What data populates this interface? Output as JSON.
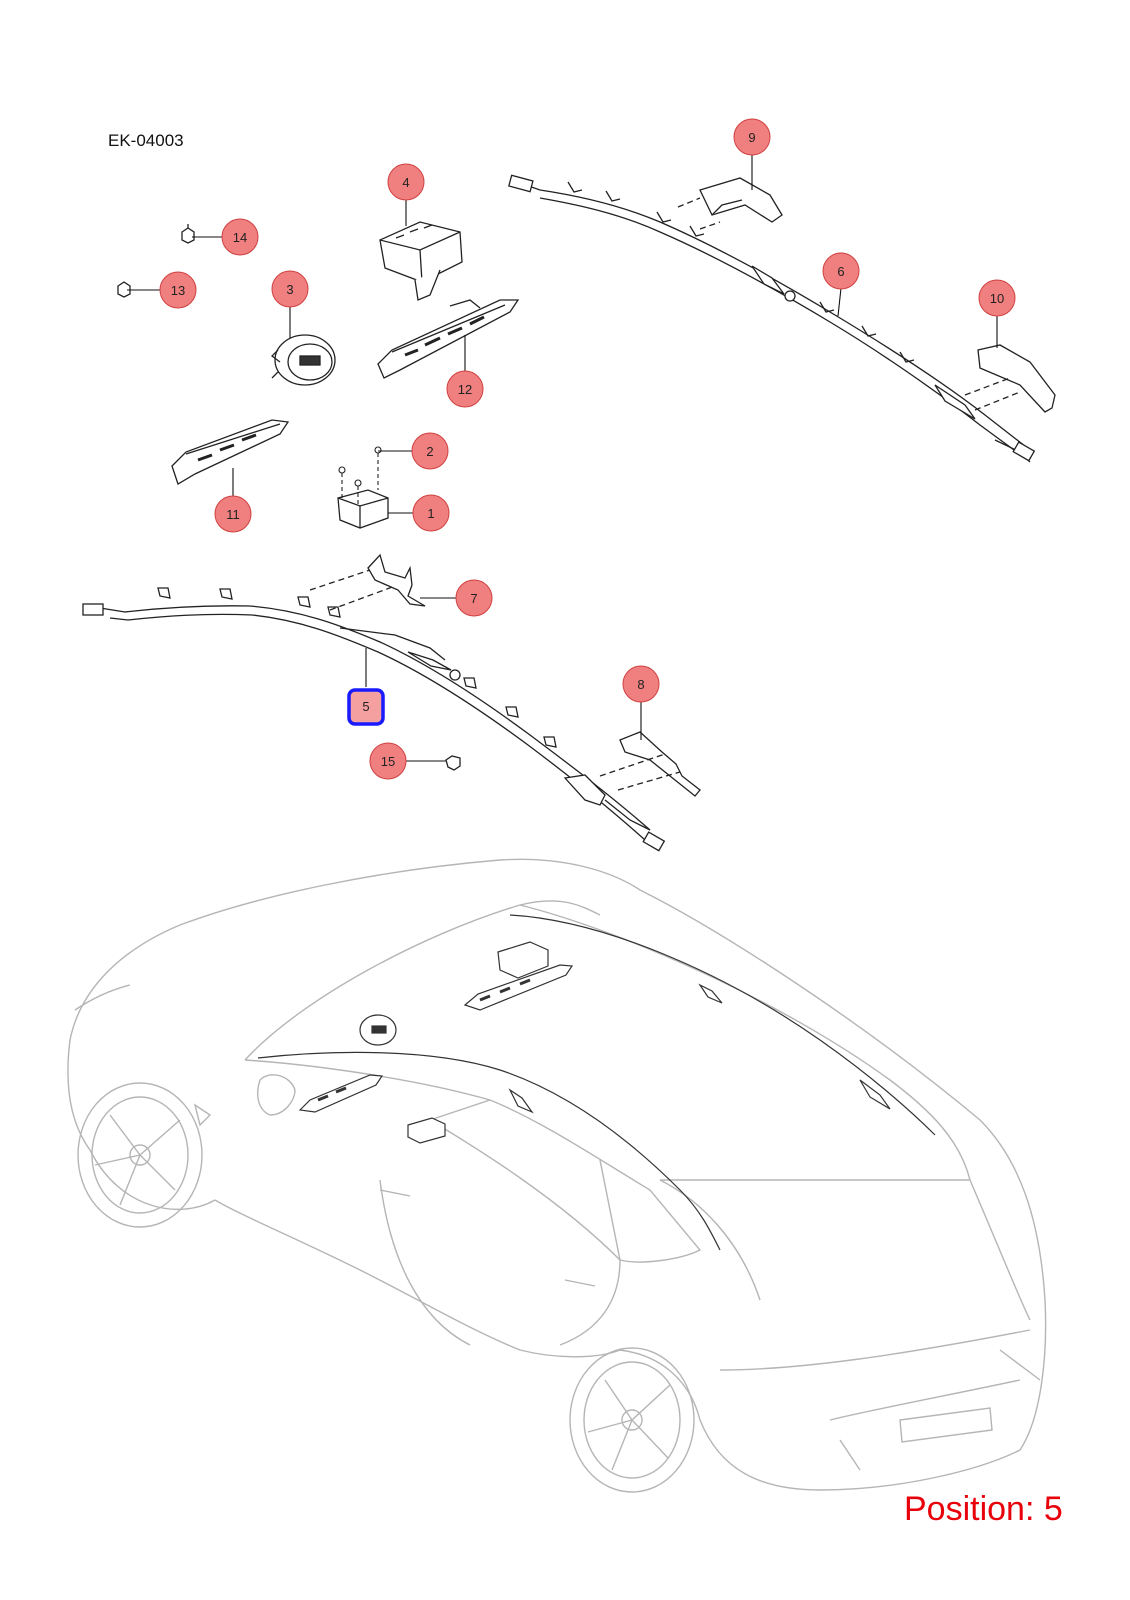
{
  "diagram": {
    "code": "EK-04003",
    "position_label": "Position: 5",
    "highlight_color": "#1a1aff",
    "callout_color": "#f08080",
    "callout_stroke": "#d04040"
  },
  "callouts": [
    {
      "id": "1",
      "label": "1",
      "highlighted": false
    },
    {
      "id": "2",
      "label": "2",
      "highlighted": false
    },
    {
      "id": "3",
      "label": "3",
      "highlighted": false
    },
    {
      "id": "4",
      "label": "4",
      "highlighted": false
    },
    {
      "id": "5",
      "label": "5",
      "highlighted": true
    },
    {
      "id": "6",
      "label": "6",
      "highlighted": false
    },
    {
      "id": "7",
      "label": "7",
      "highlighted": false
    },
    {
      "id": "8",
      "label": "8",
      "highlighted": false
    },
    {
      "id": "9",
      "label": "9",
      "highlighted": false
    },
    {
      "id": "10",
      "label": "10",
      "highlighted": false
    },
    {
      "id": "11",
      "label": "11",
      "highlighted": false
    },
    {
      "id": "12",
      "label": "12",
      "highlighted": false
    },
    {
      "id": "13",
      "label": "13",
      "highlighted": false
    },
    {
      "id": "14",
      "label": "14",
      "highlighted": false
    },
    {
      "id": "15",
      "label": "15",
      "highlighted": false
    }
  ]
}
